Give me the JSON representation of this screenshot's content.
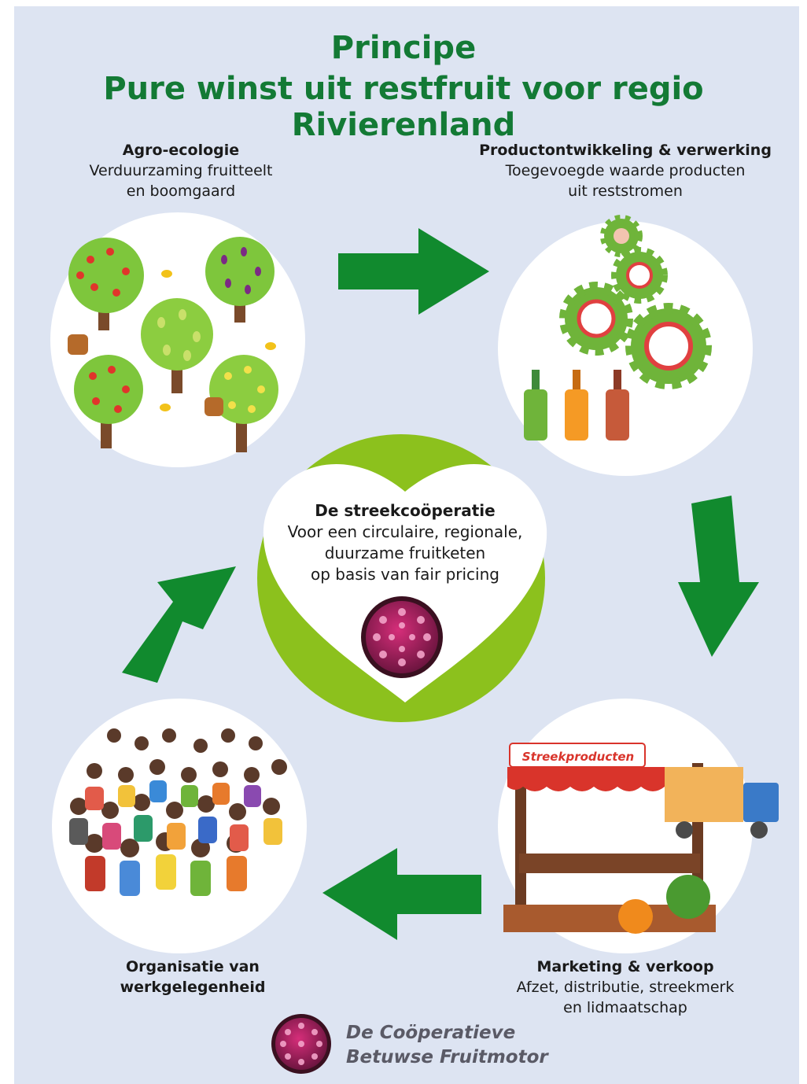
{
  "title": {
    "line1": "Principe",
    "line2": "Pure winst uit restfruit voor regio Rivierenland"
  },
  "steps": [
    {
      "heading": "Agro-ecologie",
      "lines": [
        "Verduurzaming fruitteelt",
        "en boomgaard"
      ]
    },
    {
      "heading": "Productontwikkeling & verwerking",
      "lines": [
        "Toegevoegde waarde producten",
        "uit reststromen"
      ]
    },
    {
      "heading": "Marketing & verkoop",
      "lines": [
        "Afzet, distributie, streekmerk",
        "en lidmaatschap"
      ]
    },
    {
      "heading": "Organisatie van",
      "lines": [
        "werkgelegenheid"
      ]
    }
  ],
  "center": {
    "heading": "De streekcoöperatie",
    "lines": [
      "Voor een circulaire, regionale,",
      "duurzame fruitketen",
      "op basis van fair pricing"
    ]
  },
  "market_sign": "Streekproducten",
  "logo": {
    "line1": "De Coöperatieve",
    "line2": "Betuwse Fruitmotor"
  },
  "colors": {
    "title": "#137a35",
    "arrow": "#118a2e",
    "heart_green": "#8cc11d",
    "background": "#dde4f2",
    "berry": "#8a1a4d"
  },
  "icons": [
    "fruit-tree-icon",
    "gear-icon",
    "bottle-icon",
    "market-stall-icon",
    "truck-icon",
    "people-crowd-icon",
    "raspberry-logo-icon"
  ]
}
